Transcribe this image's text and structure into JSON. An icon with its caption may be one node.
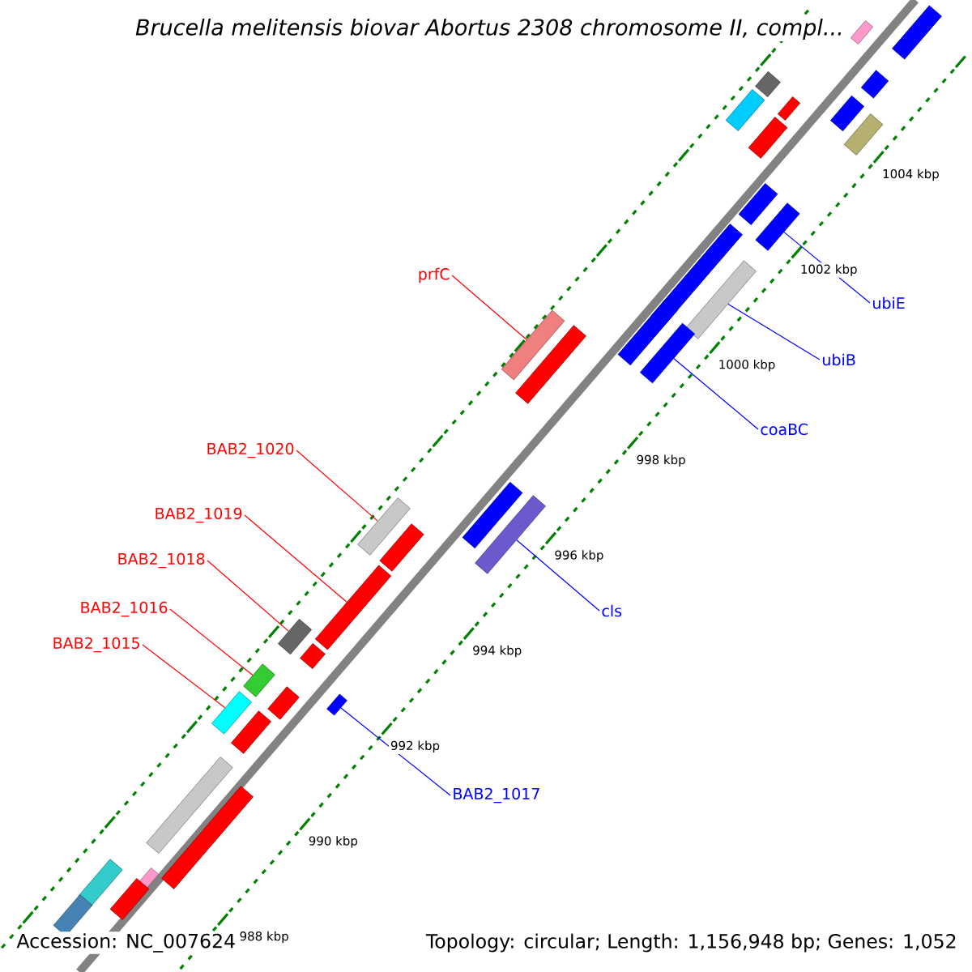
{
  "diagram": {
    "title": "Brucella melitensis biovar Abortus 2308 chromosome II, compl...",
    "nodes": [
      {
        "text": [
          "prfC"
        ]
      },
      {
        "text": [],
        "shape": "box"
      },
      {
        "text": [
          "BAB2_1020"
        ]
      },
      {
        "text": [],
        "shape": "box"
      },
      {
        "text": [
          "BAB2_1019"
        ]
      },
      {
        "text": [],
        "shape": "box"
      },
      {
        "text": [
          "BAB2_1018"
        ]
      },
      {
        "text": [],
        "shape": "box"
      },
      {
        "text": [
          "BAB2_1016"
        ]
      },
      {
        "text": [],
        "shape": "box"
      },
      {
        "text": [
          "BAB2_1015"
        ]
      },
      {
        "text": [],
        "shape": "box"
      },
      {
        "text": [
          "ubiE"
        ]
      },
      {
        "text": [],
        "shape": "box"
      },
      {
        "text": [
          "ubiB"
        ]
      },
      {
        "text": [],
        "shape": "box"
      },
      {
        "text": [
          "coaBC"
        ]
      },
      {
        "text": [],
        "shape": "box"
      },
      {
        "text": [
          "cls"
        ]
      },
      {
        "text": [],
        "shape": "box"
      },
      {
        "text": [
          "BAB2_1017"
        ]
      },
      {
        "text": [],
        "shape": "box"
      },
      {
        "text": [],
        "shape": "box"
      },
      {
        "text": [],
        "shape": "box"
      },
      {
        "text": [],
        "shape": "box"
      },
      {
        "text": [],
        "shape": "box"
      },
      {
        "text": [],
        "shape": "box"
      },
      {
        "text": [],
        "shape": "box"
      },
      {
        "text": [],
        "shape": "box"
      },
      {
        "text": [],
        "shape": "box"
      },
      {
        "text": [],
        "shape": "box"
      },
      {
        "text": [],
        "shape": "box"
      },
      {
        "text": [],
        "shape": "box"
      },
      {
        "text": [],
        "shape": "box"
      },
      {
        "text": [],
        "shape": "box"
      },
      {
        "text": [],
        "shape": "box"
      },
      {
        "text": [],
        "shape": "box"
      },
      {
        "text": [],
        "shape": "box"
      },
      {
        "text": [],
        "shape": "box"
      },
      {
        "text": [],
        "shape": "box"
      },
      {
        "text": [],
        "shape": "box"
      },
      {
        "text": [],
        "shape": "box"
      },
      {
        "text": [],
        "shape": "box"
      },
      {
        "text": [],
        "shape": "box"
      },
      {
        "text": [],
        "shape": "box"
      },
      {
        "text": [],
        "shape": "box"
      }
    ],
    "edges": [
      {
        "from": 0,
        "to": 1,
        "arrow": "none",
        "color": "#ff0000"
      },
      {
        "from": 2,
        "to": 3,
        "arrow": "none",
        "color": "#ff0000"
      },
      {
        "from": 4,
        "to": 5,
        "arrow": "none",
        "color": "#ff0000"
      },
      {
        "from": 6,
        "to": 7,
        "arrow": "none",
        "color": "#ff0000"
      },
      {
        "from": 8,
        "to": 9,
        "arrow": "none",
        "color": "#ff0000"
      },
      {
        "from": 10,
        "to": 11,
        "arrow": "none",
        "color": "#ff0000"
      },
      {
        "from": 12,
        "to": 13,
        "arrow": "none",
        "color": "#0000ff"
      },
      {
        "from": 14,
        "to": 15,
        "arrow": "none",
        "color": "#0000ff"
      },
      {
        "from": 16,
        "to": 17,
        "arrow": "none",
        "color": "#0000ff"
      },
      {
        "from": 18,
        "to": 19,
        "arrow": "none",
        "color": "#0000ff"
      },
      {
        "from": 20,
        "to": 21,
        "arrow": "none",
        "color": "#0000ff"
      }
    ],
    "labels": [
      "1004 kbp",
      "1002 kbp",
      "1000 kbp",
      "998 kbp",
      "996 kbp",
      "994 kbp",
      "992 kbp",
      "990 kbp",
      "988 kbp",
      "Accession: NC_007624",
      "Topology: circular; Length: 1,156,948 bp; Genes: 1,052"
    ]
  }
}
